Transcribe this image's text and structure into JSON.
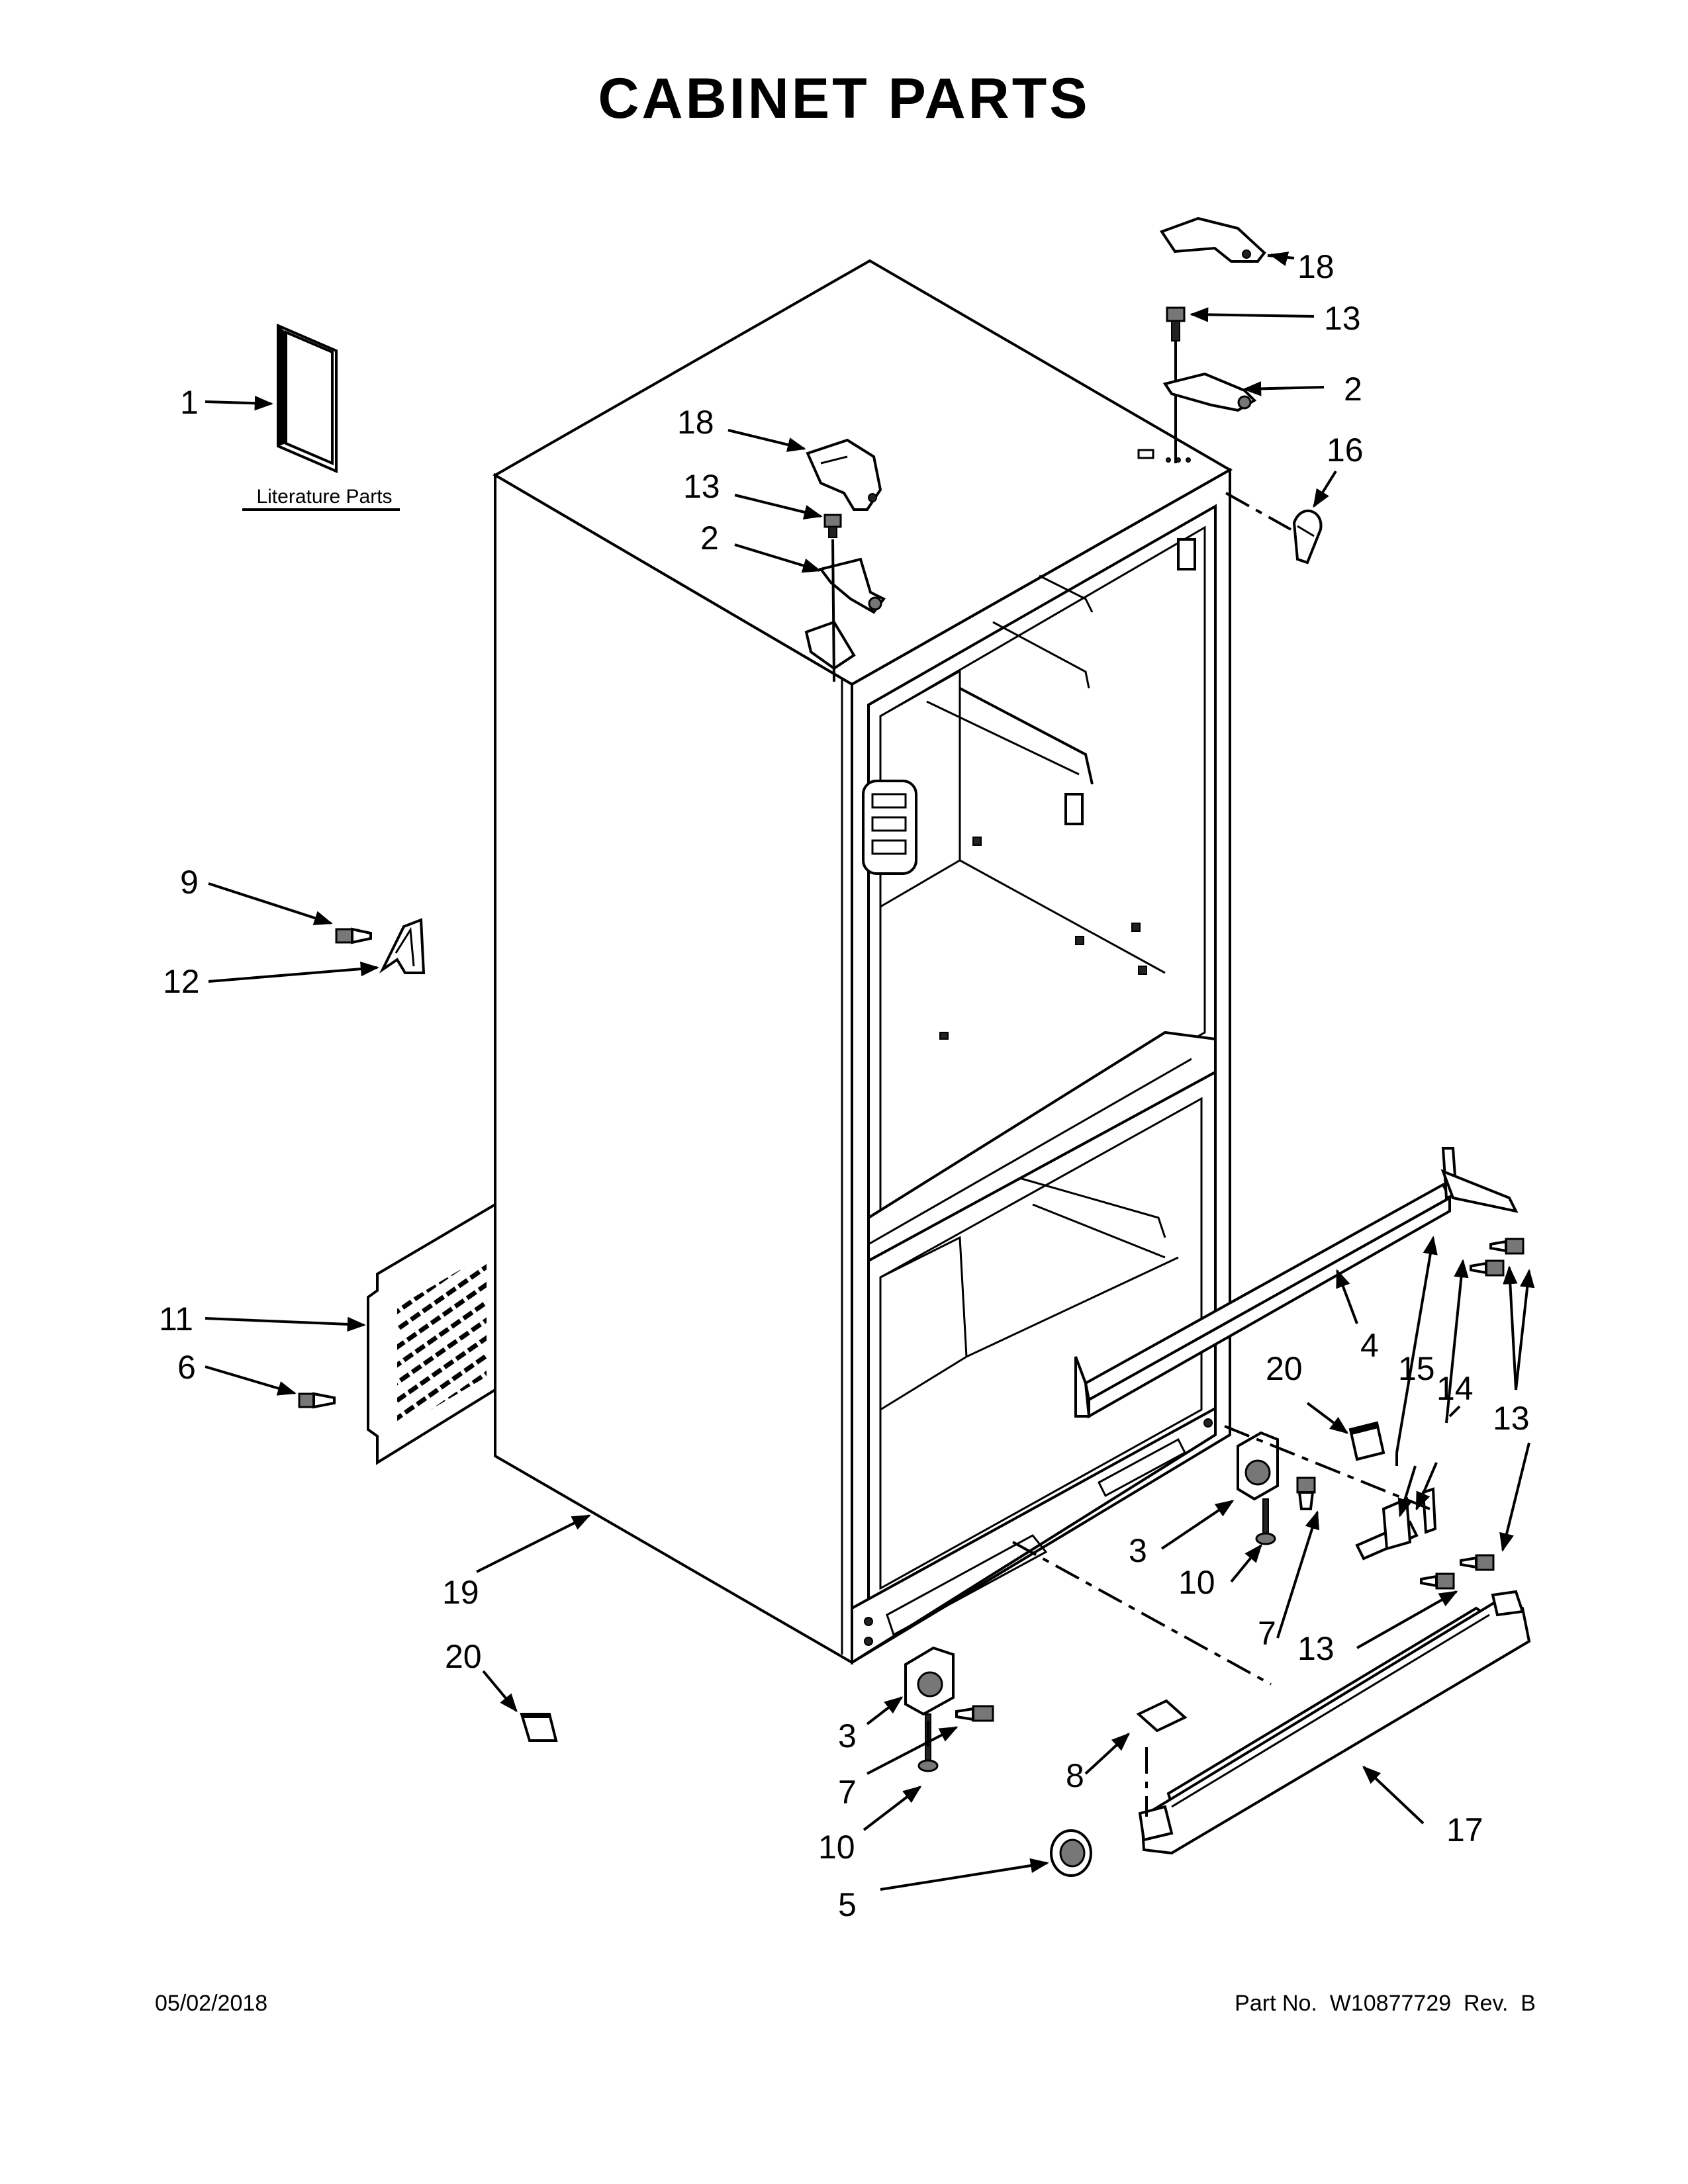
{
  "title": "CABINET PARTS",
  "footer": {
    "date": "05/02/2018",
    "part_number": "Part No.  W10877729  Rev.  B"
  },
  "literature_caption": "Literature Parts",
  "callouts": {
    "c1": "1",
    "c18a": "18",
    "c13a": "13",
    "c2a": "2",
    "c18b": "18",
    "c13b": "13",
    "c2b": "2",
    "c16": "16",
    "c9": "9",
    "c12": "12",
    "c11": "11",
    "c6": "6",
    "c19": "19",
    "c20a": "20",
    "c3a": "3",
    "c7a": "7",
    "c10a": "10",
    "c5": "5",
    "c20b": "20",
    "c4": "4",
    "c15": "15",
    "c14": "14",
    "c13c": "13",
    "c3b": "3",
    "c10b": "10",
    "c7b": "7",
    "c13d": "13",
    "c8": "8",
    "c17": "17"
  },
  "icons": [
    "literature-binder",
    "hinge-cover",
    "hinge-screw",
    "top-hinge",
    "hinge-pin-clip",
    "side-screw",
    "wire-clip",
    "rear-access-panel",
    "panel-screw",
    "cabinet",
    "leveling-foot-pad",
    "roller-bracket",
    "leveling-screw",
    "roller-wheel",
    "caster-roller",
    "toe-grille",
    "grille-bracket",
    "grille-tab"
  ]
}
